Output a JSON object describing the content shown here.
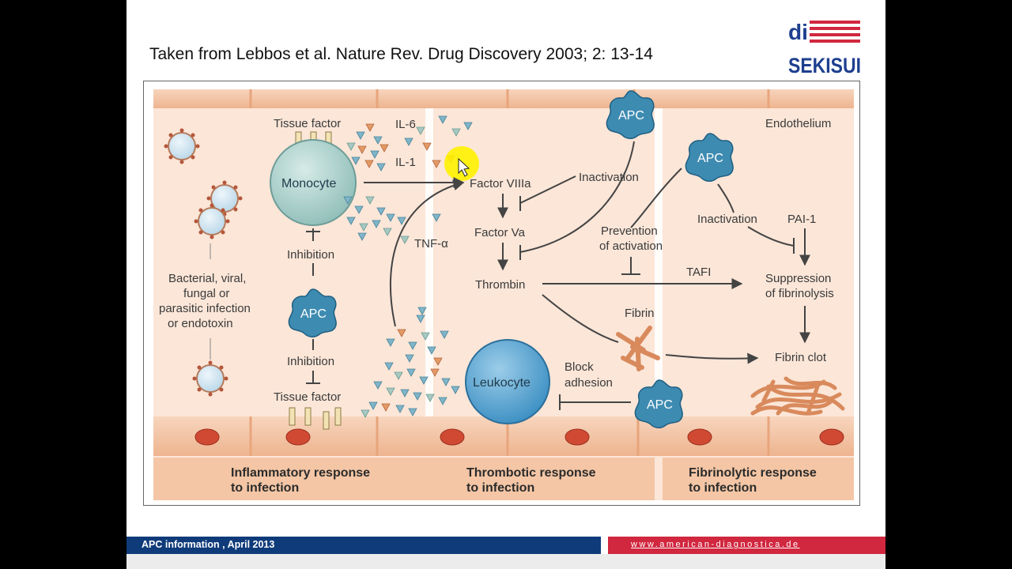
{
  "slide": {
    "title": "Taken from Lebbos et al. Nature Rev. Drug Discovery 2003; 2: 13-14"
  },
  "logo": {
    "mark": "di",
    "wordmark": "SEKISUI",
    "colors": {
      "blue": "#1e3f8f",
      "red": "#d1273f"
    }
  },
  "diagram": {
    "labels": {
      "endothelium": "Endothelium",
      "tissue_factor_top": "Tissue factor",
      "il6": "IL-6",
      "il1": "IL-1",
      "monocyte": "Monocyte",
      "inhibition_1": "Inhibition",
      "apc_left": "APC",
      "inhibition_2": "Inhibition",
      "tissue_factor_bottom": "Tissue factor",
      "infection_line1": "Bacterial, viral,",
      "infection_line2": "fungal or",
      "infection_line3": "parasitic infection",
      "infection_line4": "or endotoxin",
      "tnf": "TNF-α",
      "factor_viiia": "Factor VIIIa",
      "factor_va": "Factor Va",
      "thrombin": "Thrombin",
      "apc_top": "APC",
      "inactivation_1": "Inactivation",
      "prevention_line1": "Prevention",
      "prevention_line2": "of activation",
      "tafi": "TAFI",
      "fibrin": "Fibrin",
      "leukocyte": "Leukocyte",
      "block_line1": "Block",
      "block_line2": "adhesion",
      "apc_bottom": "APC",
      "apc_right": "APC",
      "inactivation_2": "Inactivation",
      "pai1": "PAI-1",
      "suppression_line1": "Suppression",
      "suppression_line2": "of fibrinolysis",
      "fibrin_clot": "Fibrin clot"
    },
    "panels": [
      {
        "line1": "Inflammatory response",
        "line2": "to infection"
      },
      {
        "line1": "Thrombotic response",
        "line2": "to infection"
      },
      {
        "line1": "Fibrinolytic response",
        "line2": "to infection"
      }
    ],
    "colors": {
      "background": "#fbe6d8",
      "cell": "#f5c9a9",
      "nucleus": "#d04a33",
      "apc": "#3e8bb1",
      "monocyte": "#b5d5d1",
      "leukocyte": "#5ba9d4"
    }
  },
  "footer": {
    "left": "APC information , April 2013",
    "right": "www.american-diagnostica.de",
    "colors": {
      "left": "#0f3b7a",
      "right": "#d1273f"
    }
  }
}
